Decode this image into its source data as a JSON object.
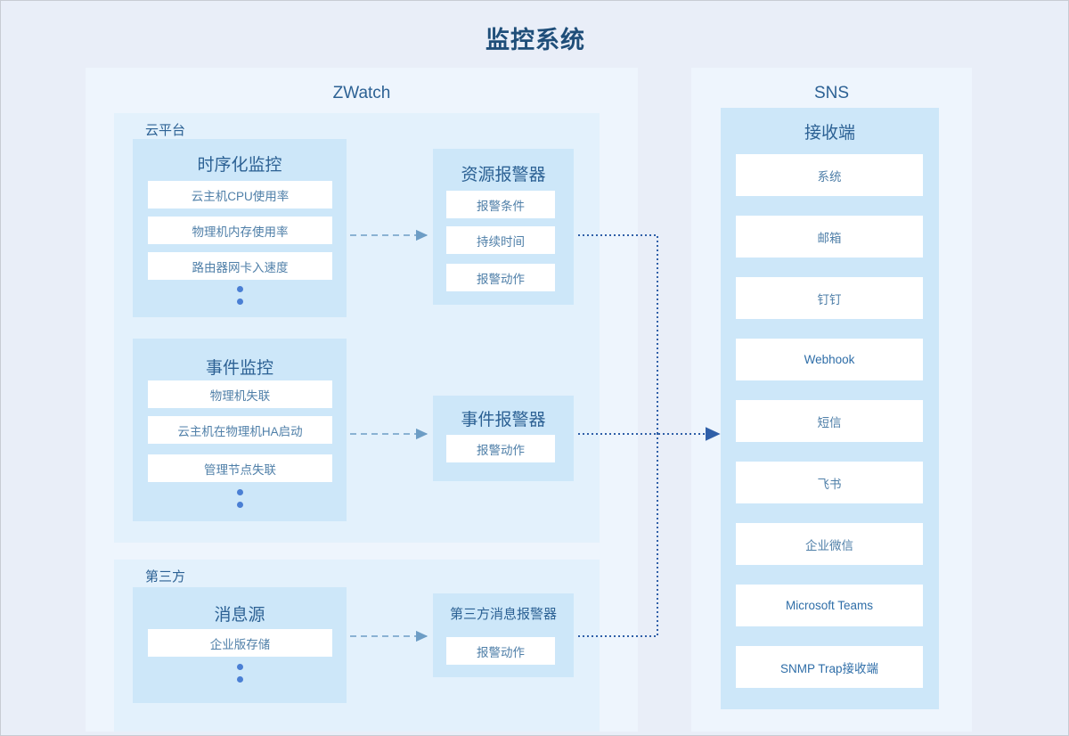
{
  "page": {
    "title": "监控系统",
    "background_color": "#e9eef8",
    "accent_color": "#2c6194",
    "card_color": "#cde7f9",
    "arrow_color": "#2f5fa8"
  },
  "groups": [
    {
      "name": "zwatch",
      "title": "ZWatch"
    },
    {
      "name": "sns",
      "title": "SNS"
    }
  ],
  "zwatch": {
    "title": "ZWatch",
    "sections": [
      {
        "name": "cloud-platform",
        "label": "云平台"
      },
      {
        "name": "third-party",
        "label": "第三方"
      }
    ],
    "cards": [
      {
        "name": "timeseries-monitor",
        "title": "时序化监控",
        "items": [
          "云主机CPU使用率",
          "物理机内存使用率",
          "路由器网卡入速度"
        ],
        "has_ellipsis": true
      },
      {
        "name": "event-monitor",
        "title": "事件监控",
        "items": [
          "物理机失联",
          "云主机在物理机HA启动",
          "管理节点失联"
        ],
        "has_ellipsis": true
      },
      {
        "name": "resource-alarm",
        "title": "资源报警器",
        "items": [
          "报警条件",
          "持续时间",
          "报警动作"
        ],
        "has_ellipsis": false
      },
      {
        "name": "event-alarm",
        "title": "事件报警器",
        "items": [
          "报警动作"
        ],
        "has_ellipsis": false
      },
      {
        "name": "message-source",
        "title": "消息源",
        "items": [
          "企业版存储"
        ],
        "has_ellipsis": true
      },
      {
        "name": "third-party-message-alarm",
        "title": "第三方消息报警器",
        "items": [
          "报警动作"
        ],
        "has_ellipsis": false
      }
    ]
  },
  "sns": {
    "title": "SNS",
    "receiver": {
      "name": "receiver",
      "title": "接收端",
      "items": [
        "系统",
        "邮箱",
        "钉钉",
        "Webhook",
        "短信",
        "飞书",
        "企业微信",
        "Microsoft Teams",
        "SNMP Trap接收端"
      ]
    }
  },
  "connectors": [
    {
      "name": "timeseries-to-resource-alarm",
      "style": "dashed",
      "from": "时序化监控",
      "to": "资源报警器"
    },
    {
      "name": "event-monitor-to-event-alarm",
      "style": "dashed",
      "from": "事件监控",
      "to": "事件报警器"
    },
    {
      "name": "message-source-to-third-party-alarm",
      "style": "dashed",
      "from": "消息源",
      "to": "第三方消息报警器"
    },
    {
      "name": "resource-alarm-to-sns",
      "style": "dotted",
      "from": "资源报警器",
      "to": "接收端"
    },
    {
      "name": "event-alarm-to-sns",
      "style": "dotted",
      "from": "事件报警器",
      "to": "接收端"
    },
    {
      "name": "third-party-alarm-to-sns",
      "style": "dotted",
      "from": "第三方消息报警器",
      "to": "接收端"
    }
  ]
}
